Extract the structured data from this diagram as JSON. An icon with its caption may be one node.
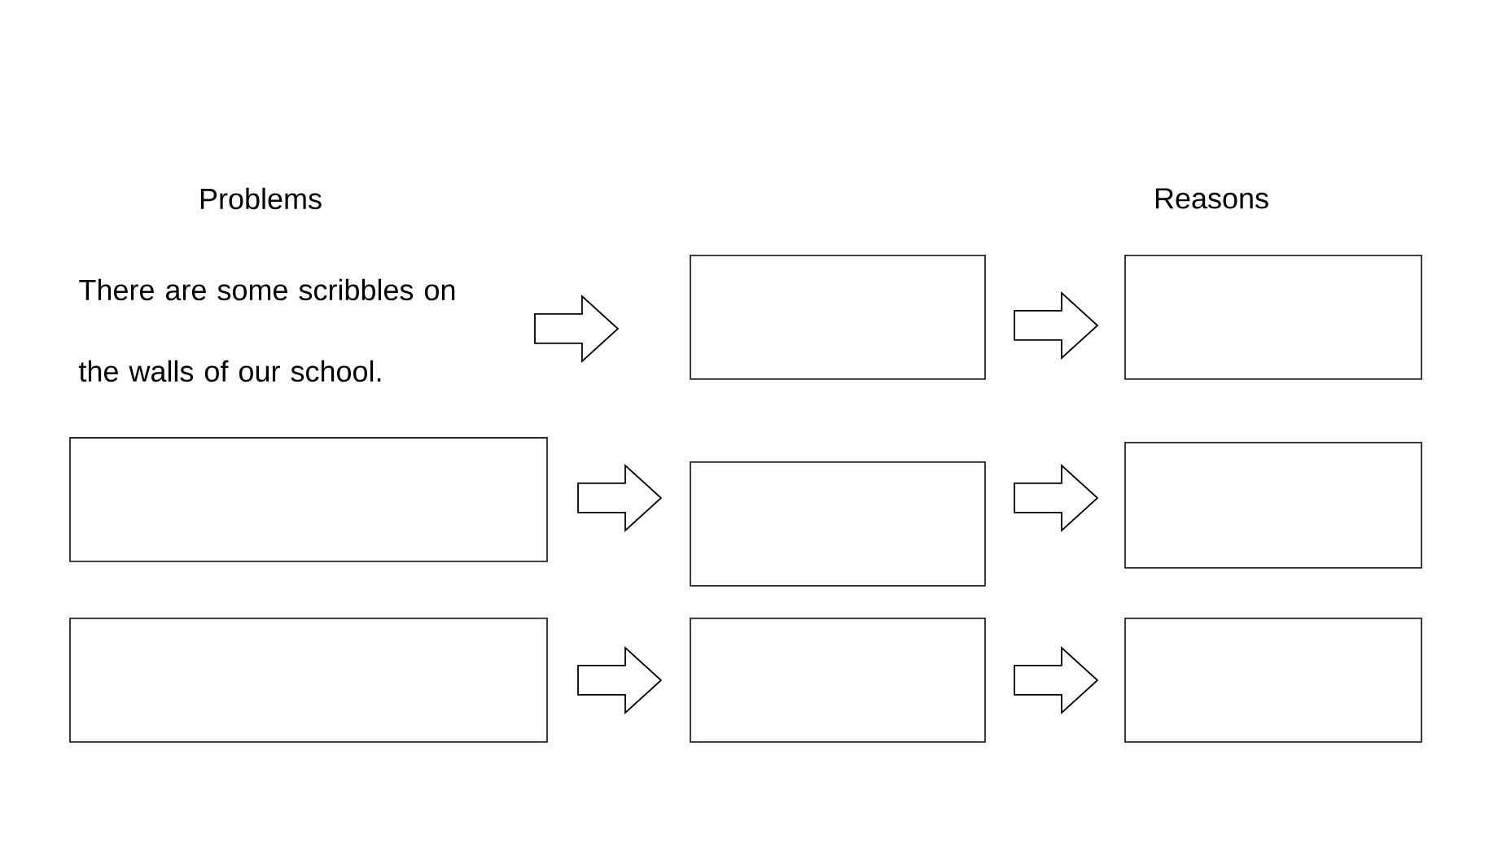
{
  "diagram": {
    "nodes": [
      {
        "text": [
          "There are some scribbles on the walls of our school."
        ]
      },
      {
        "text": [],
        "shape": "box"
      },
      {
        "text": [],
        "shape": "box"
      },
      {
        "text": [],
        "shape": "box"
      },
      {
        "text": [],
        "shape": "box"
      },
      {
        "text": [],
        "shape": "box"
      },
      {
        "text": [],
        "shape": "box"
      },
      {
        "text": [],
        "shape": "box"
      },
      {
        "text": [],
        "shape": "box"
      }
    ],
    "edges": [
      {
        "from": 0,
        "to": 1,
        "arrow": "to"
      },
      {
        "from": 1,
        "to": 2,
        "arrow": "to"
      },
      {
        "from": 3,
        "to": 4,
        "arrow": "to"
      },
      {
        "from": 4,
        "to": 5,
        "arrow": "to"
      },
      {
        "from": 6,
        "to": 7,
        "arrow": "to"
      },
      {
        "from": 7,
        "to": 8,
        "arrow": "to"
      }
    ],
    "labels": [
      "Problems",
      "Reasons"
    ]
  }
}
